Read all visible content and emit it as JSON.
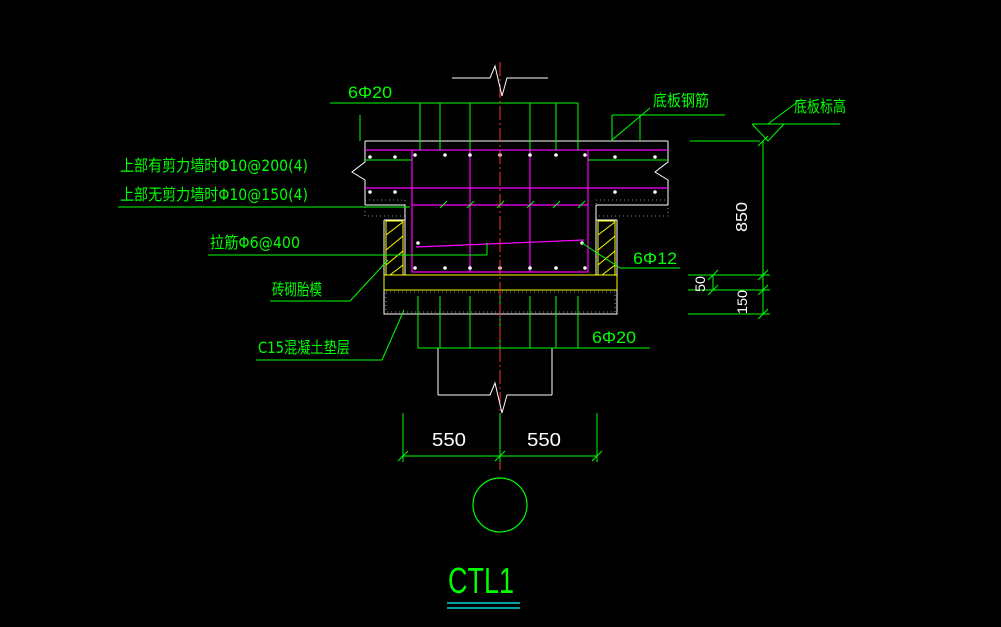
{
  "drawing": {
    "title": "CTL1",
    "colors": {
      "background": "#000000",
      "outline": "#ffffff",
      "leader": "#00ff00",
      "rebar": "#ffff00",
      "stirrup": "#ff00ff",
      "axis": "#ff0000",
      "grid": "#00ff00",
      "title_underline": "#00ffff",
      "title": "#00ff00"
    },
    "labels": {
      "top_rebar": "6Φ20",
      "bottom_rebar": "6Φ20",
      "slab_rebar": "底板钢筋",
      "slab_elevation": "底板标高",
      "stirrup_with_wall": "上部有剪力墙时Φ10@200(4)",
      "stirrup_without_wall": "上部无剪力墙时Φ10@150(4)",
      "tie_bar": "拉筋Φ6@400",
      "side_rebar": "6Φ12",
      "brick_formwork": "砖砌胎模",
      "cushion": "C15混凝土垫层"
    },
    "dimensions": {
      "left_width": "550",
      "right_width": "550",
      "depth": "850",
      "offset": "50",
      "cushion_thickness": "150"
    }
  }
}
